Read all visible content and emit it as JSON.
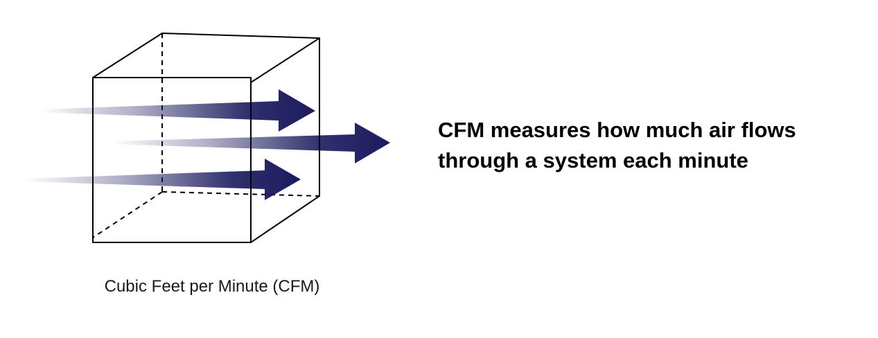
{
  "diagram": {
    "caption": "Cubic Feet per Minute (CFM)",
    "statement_lines": [
      "CFM measures how much air flows",
      "through a system each minute"
    ],
    "arrow_color": "#1a1a5e",
    "cube_stroke_color": "#000000"
  }
}
